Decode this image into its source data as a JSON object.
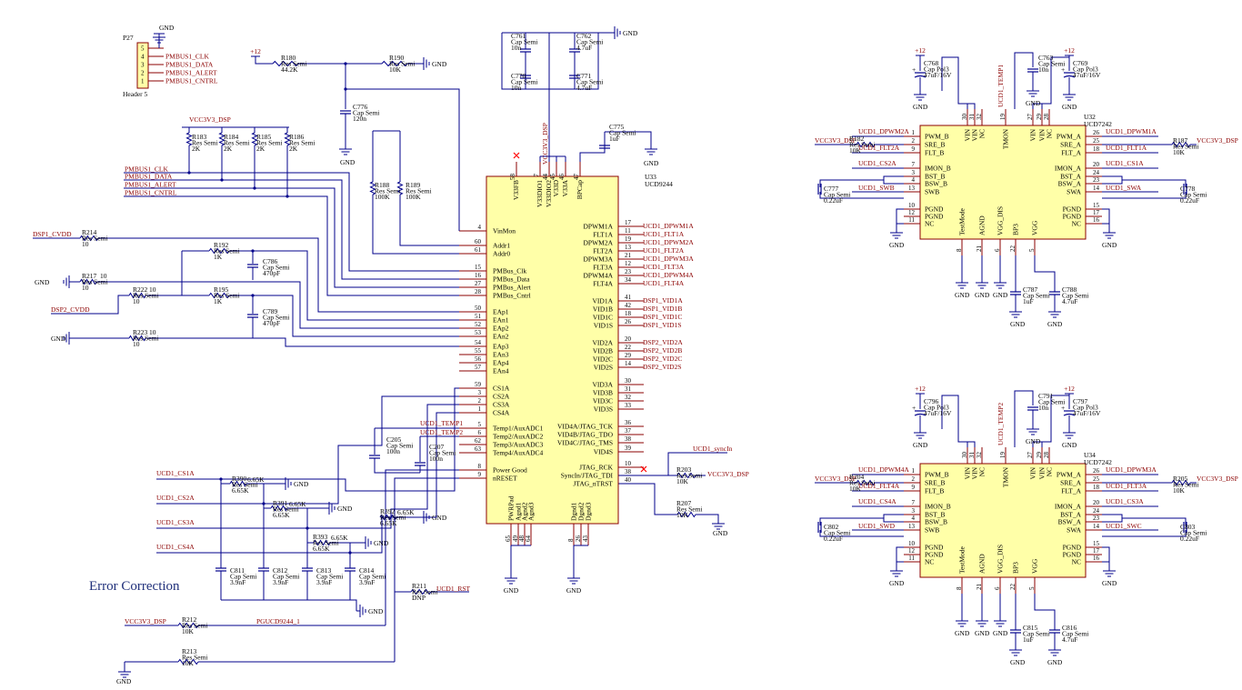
{
  "header_p27": {
    "ref": "P27",
    "name": "Header 5",
    "pins": [
      "5",
      "4",
      "3",
      "2",
      "1"
    ],
    "nets": [
      "PMBUS1_CLK",
      "PMBUS1_DATA",
      "PMBUS1_ALERT",
      "PMBUS1_CNTRL"
    ],
    "gnd": "GND"
  },
  "u33": {
    "ref": "U33",
    "part": "UCD9244",
    "top_pins": [
      {
        "num": "58",
        "name": "V33FB"
      },
      {
        "num": "7",
        "name": "V33DIO1"
      },
      {
        "num": "44",
        "name": "V33DIO2"
      },
      {
        "num": "45",
        "name": "V33D"
      },
      {
        "num": "46",
        "name": "V33A"
      },
      {
        "num": "47",
        "name": "BPCap"
      }
    ],
    "left_pins": [
      {
        "num": "4",
        "name": "VinMon"
      },
      {
        "num": "60",
        "name": "Addr1"
      },
      {
        "num": "61",
        "name": "Addr0"
      },
      {
        "num": "15",
        "name": "PMBus_Clk"
      },
      {
        "num": "16",
        "name": "PMBus_Data"
      },
      {
        "num": "27",
        "name": "PMBus_Alert"
      },
      {
        "num": "28",
        "name": "PMBus_Cntrl"
      },
      {
        "num": "50",
        "name": "EAp1"
      },
      {
        "num": "51",
        "name": "EAn1"
      },
      {
        "num": "52",
        "name": "EAp2"
      },
      {
        "num": "53",
        "name": "EAn2"
      },
      {
        "num": "54",
        "name": "EAp3"
      },
      {
        "num": "55",
        "name": "EAn3"
      },
      {
        "num": "56",
        "name": "EAp4"
      },
      {
        "num": "57",
        "name": "EAn4"
      },
      {
        "num": "59",
        "name": "CS1A"
      },
      {
        "num": "3",
        "name": "CS2A"
      },
      {
        "num": "2",
        "name": "CS3A"
      },
      {
        "num": "1",
        "name": "CS4A"
      },
      {
        "num": "5",
        "name": "Temp1/AuxADC1"
      },
      {
        "num": "6",
        "name": "Temp2/AuxADC2"
      },
      {
        "num": "62",
        "name": "Temp3/AuxADC3"
      },
      {
        "num": "63",
        "name": "Temp4/AuxADC4"
      },
      {
        "num": "8",
        "name": "Power Good"
      },
      {
        "num": "9",
        "name": "nRESET"
      }
    ],
    "right_pins": [
      {
        "num": "17",
        "name": "DPWM1A",
        "net": "UCD1_DPWM1A"
      },
      {
        "num": "11",
        "name": "FLT1A",
        "net": "UCD1_FLT1A"
      },
      {
        "num": "19",
        "name": "DPWM2A",
        "net": "UCD1_DPWM2A"
      },
      {
        "num": "13",
        "name": "FLT2A",
        "net": "UCD1_FLT2A"
      },
      {
        "num": "21",
        "name": "DPWM3A",
        "net": "UCD1_DPWM3A"
      },
      {
        "num": "12",
        "name": "FLT3A",
        "net": "UCD1_FLT3A"
      },
      {
        "num": "23",
        "name": "DPWM4A",
        "net": "UCD1_DPWM4A"
      },
      {
        "num": "34",
        "name": "FLT4A",
        "net": "UCD1_FLT4A"
      },
      {
        "num": "41",
        "name": "VID1A",
        "net": "DSP1_VID1A"
      },
      {
        "num": "42",
        "name": "VID1B",
        "net": "DSP1_VID1B"
      },
      {
        "num": "18",
        "name": "VID1C",
        "net": "DSP1_VID1C"
      },
      {
        "num": "26",
        "name": "VID1S",
        "net": "DSP1_VID1S"
      },
      {
        "num": "20",
        "name": "VID2A",
        "net": "DSP2_VID2A"
      },
      {
        "num": "22",
        "name": "VID2B",
        "net": "DSP2_VID2B"
      },
      {
        "num": "29",
        "name": "VID2C",
        "net": "DSP2_VID2C"
      },
      {
        "num": "14",
        "name": "VID2S",
        "net": "DSP2_VID2S"
      },
      {
        "num": "30",
        "name": "VID3A",
        "net": ""
      },
      {
        "num": "31",
        "name": "VID3B",
        "net": ""
      },
      {
        "num": "32",
        "name": "VID3C",
        "net": ""
      },
      {
        "num": "33",
        "name": "VID3S",
        "net": ""
      },
      {
        "num": "36",
        "name": "VID4A/JTAG_TCK",
        "net": ""
      },
      {
        "num": "37",
        "name": "VID4B/JTAG_TDO",
        "net": ""
      },
      {
        "num": "38",
        "name": "VID4C/JTAG_TMS",
        "net": ""
      },
      {
        "num": "39",
        "name": "VID4S",
        "net": ""
      },
      {
        "num": "10",
        "name": "JTAG_RCK",
        "net": ""
      },
      {
        "num": "38",
        "name": "SyncIn/JTAG_TDI",
        "net": ""
      },
      {
        "num": "40",
        "name": "JTAG_nTRST",
        "net": ""
      }
    ],
    "bottom_pins": [
      {
        "num": "65",
        "name": "PWRPad"
      },
      {
        "num": "49",
        "name": "Agnd1"
      },
      {
        "num": "48",
        "name": "Agnd2"
      },
      {
        "num": "64",
        "name": "Agnd3"
      },
      {
        "num": "8",
        "name": "Dgnd1"
      },
      {
        "num": "26",
        "name": "Dgnd2"
      },
      {
        "num": "43",
        "name": "Dgnd3"
      }
    ],
    "supply_net": "VCC3V3_DSP",
    "syncin_net": "UCD1_syncIn",
    "pg_net": "PGUCD9244_1",
    "rst_net": "UCD1_RST"
  },
  "u32": {
    "ref": "U32",
    "part": "UCD7242",
    "top_pins": [
      {
        "num": "30",
        "name": "VIN"
      },
      {
        "num": "31",
        "name": "VIN"
      },
      {
        "num": "32",
        "name": "NC"
      },
      {
        "num": "19",
        "name": "TMON"
      },
      {
        "num": "27",
        "name": "VIN"
      },
      {
        "num": "29",
        "name": "VIN"
      },
      {
        "num": "28",
        "name": "NC"
      }
    ],
    "left_pins": [
      {
        "num": "1",
        "name": "PWM_B",
        "net": "UCD1_DPWM2A"
      },
      {
        "num": "2",
        "name": "SRE_B",
        "net": "VCC3V3_DSP"
      },
      {
        "num": "9",
        "name": "FLT_B",
        "net": "UCD1_FLT2A"
      },
      {
        "num": "7",
        "name": "IMON_B",
        "net": "UCD1_CS2A"
      },
      {
        "num": "3",
        "name": "BST_B",
        "net": ""
      },
      {
        "num": "4",
        "name": "BSW_B",
        "net": ""
      },
      {
        "num": "13",
        "name": "SWB",
        "net": "UCD1_SWB"
      },
      {
        "num": "10",
        "name": "PGND",
        "net": ""
      },
      {
        "num": "12",
        "name": "PGND",
        "net": ""
      },
      {
        "num": "11",
        "name": "NC",
        "net": ""
      }
    ],
    "right_pins": [
      {
        "num": "26",
        "name": "PWM_A",
        "net": "UCD1_DPWM1A"
      },
      {
        "num": "25",
        "name": "SRE_A",
        "net": "VCC3V3_DSP"
      },
      {
        "num": "18",
        "name": "FLT_A",
        "net": "UCD1_FLT1A"
      },
      {
        "num": "20",
        "name": "IMON_A",
        "net": "UCD1_CS1A"
      },
      {
        "num": "24",
        "name": "BST_A",
        "net": ""
      },
      {
        "num": "23",
        "name": "BSW_A",
        "net": ""
      },
      {
        "num": "14",
        "name": "SWA",
        "net": "UCD1_SWA"
      },
      {
        "num": "15",
        "name": "PGND",
        "net": ""
      },
      {
        "num": "17",
        "name": "PGND",
        "net": ""
      },
      {
        "num": "16",
        "name": "NC",
        "net": ""
      }
    ],
    "bottom_pins": [
      {
        "num": "8",
        "name": "TestMode"
      },
      {
        "num": "21",
        "name": "AGND"
      },
      {
        "num": "6",
        "name": "VGG_DIS"
      },
      {
        "num": "22",
        "name": "BP3"
      },
      {
        "num": "5",
        "name": "VGG"
      }
    ],
    "temp_net": "UCD1_TEMP1"
  },
  "u34": {
    "ref": "U34",
    "part": "UCD7242",
    "top_pins": [
      {
        "num": "30",
        "name": "VIN"
      },
      {
        "num": "31",
        "name": "VIN"
      },
      {
        "num": "32",
        "name": "NC"
      },
      {
        "num": "19",
        "name": "TMON"
      },
      {
        "num": "27",
        "name": "VIN"
      },
      {
        "num": "29",
        "name": "VIN"
      },
      {
        "num": "28",
        "name": "NC"
      }
    ],
    "left_pins": [
      {
        "num": "1",
        "name": "PWM_B",
        "net": "UCD1_DPWM4A"
      },
      {
        "num": "2",
        "name": "SRE_B",
        "net": "VCC3V3_DSP"
      },
      {
        "num": "9",
        "name": "FLT_B",
        "net": "UCD1_FLT4A"
      },
      {
        "num": "7",
        "name": "IMON_B",
        "net": "UCD1_CS4A"
      },
      {
        "num": "3",
        "name": "BST_B",
        "net": ""
      },
      {
        "num": "4",
        "name": "BSW_B",
        "net": ""
      },
      {
        "num": "13",
        "name": "SWB",
        "net": "UCD1_SWD"
      },
      {
        "num": "10",
        "name": "PGND",
        "net": ""
      },
      {
        "num": "12",
        "name": "PGND",
        "net": ""
      },
      {
        "num": "11",
        "name": "NC",
        "net": ""
      }
    ],
    "right_pins": [
      {
        "num": "26",
        "name": "PWM_A",
        "net": "UCD1_DPWM3A"
      },
      {
        "num": "25",
        "name": "SRE_A",
        "net": "VCC3V3_DSP"
      },
      {
        "num": "18",
        "name": "FLT_A",
        "net": "UCD1_FLT3A"
      },
      {
        "num": "20",
        "name": "IMON_A",
        "net": "UCD1_CS3A"
      },
      {
        "num": "24",
        "name": "BST_A",
        "net": ""
      },
      {
        "num": "23",
        "name": "BSW_A",
        "net": ""
      },
      {
        "num": "14",
        "name": "SWA",
        "net": "UCD1_SWC"
      },
      {
        "num": "15",
        "name": "PGND",
        "net": ""
      },
      {
        "num": "17",
        "name": "PGND",
        "net": ""
      },
      {
        "num": "16",
        "name": "NC",
        "net": ""
      }
    ],
    "bottom_pins": [
      {
        "num": "8",
        "name": "TestMode"
      },
      {
        "num": "21",
        "name": "AGND"
      },
      {
        "num": "6",
        "name": "VGG_DIS"
      },
      {
        "num": "22",
        "name": "BP3"
      },
      {
        "num": "5",
        "name": "VGG"
      }
    ],
    "temp_net": "UCD1_TEMP2"
  },
  "labels": {
    "error_correction": "Error Correction",
    "gnd": "GND",
    "p12": "+12",
    "vcc3v3": "VCC3V3_DSP",
    "dsp1_cvdd": "DSP1_CVDD",
    "dsp2_cvdd": "DSP2_CVDD",
    "cs1": "UCD1_CS1A",
    "cs2": "UCD1_CS2A",
    "cs3": "UCD1_CS3A",
    "cs4": "UCD1_CS4A",
    "temp1": "UCD1_TEMP1",
    "temp2": "UCD1_TEMP2"
  },
  "parts": {
    "r180": [
      "R180",
      "Res Semi",
      "44.2K"
    ],
    "r190": [
      "R190",
      "Res Semi",
      "10K"
    ],
    "c776": [
      "C776",
      "Cap Semi",
      "120n"
    ],
    "r183": [
      "R183",
      "Res Semi",
      "2K"
    ],
    "r184": [
      "R184",
      "Res Semi",
      "2K"
    ],
    "r185": [
      "R185",
      "Res Semi",
      "2K"
    ],
    "r186": [
      "R186",
      "Res Semi",
      "2K"
    ],
    "r188": [
      "R188",
      "Res Semi",
      "100K"
    ],
    "r189": [
      "R189",
      "Res Semi",
      "100K"
    ],
    "r214": [
      "R214",
      "Res Semi",
      "10"
    ],
    "r192": [
      "R192",
      "Res Semi",
      "1K"
    ],
    "c786": [
      "C786",
      "Cap Semi",
      "470pF"
    ],
    "r217": [
      "R217",
      "Res Semi",
      "10"
    ],
    "r222": [
      "R222",
      "Res Semi",
      "10"
    ],
    "r195": [
      "R195",
      "Res Semi",
      "1K"
    ],
    "c789": [
      "C789",
      "Cap Semi",
      "470pF"
    ],
    "r223": [
      "R223",
      "Res Semi",
      "10"
    ],
    "c761": [
      "C761",
      "Cap Semi",
      "10n"
    ],
    "c762": [
      "C762",
      "Cap Semi",
      "4.7uF"
    ],
    "c770": [
      "C770",
      "Cap Semi",
      "10n"
    ],
    "c771": [
      "C771",
      "Cap Semi",
      "4.7uF"
    ],
    "c775": [
      "C775",
      "Cap Semi",
      "1uF"
    ],
    "c205": [
      "C205",
      "Cap Semi",
      "100n"
    ],
    "c207": [
      "C207",
      "Cap Semi",
      "100n"
    ],
    "r390": [
      "R390",
      "Res Semi",
      "6.65K"
    ],
    "r391": [
      "R391",
      "Res Semi",
      "6.65K"
    ],
    "r392": [
      "R392",
      "Res Semi",
      "6.65K"
    ],
    "r393": [
      "R393",
      "Res Semi",
      "6.65K"
    ],
    "c811": [
      "C811",
      "Cap Semi",
      "3.9nF"
    ],
    "c812": [
      "C812",
      "Cap Semi",
      "3.9nF"
    ],
    "c813": [
      "C813",
      "Cap Semi",
      "3.9nF"
    ],
    "c814": [
      "C814",
      "Cap Semi",
      "3.9nF"
    ],
    "r211": [
      "R211",
      "Res Semi",
      "DNP"
    ],
    "r212": [
      "R212",
      "Res Semi",
      "10K"
    ],
    "r213": [
      "R213",
      "Res Semi",
      "10K"
    ],
    "r203": [
      "R203",
      "Res Semi",
      "10K"
    ],
    "r207": [
      "R207",
      "Res Semi",
      "10K"
    ],
    "c768": [
      "C768",
      "Cap Pol3",
      "47uF/16V"
    ],
    "c763": [
      "C763",
      "Cap Semi",
      "10n"
    ],
    "c769": [
      "C769",
      "Cap Pol3",
      "47uF/16V"
    ],
    "r182": [
      "R182",
      "Res Semi",
      "10K"
    ],
    "c777": [
      "C777",
      "Cap Semi",
      "0.22uF"
    ],
    "r187": [
      "R187",
      "Res Semi",
      "10K"
    ],
    "c778": [
      "C778",
      "Cap Semi",
      "0.22uF"
    ],
    "c787": [
      "C787",
      "Cap Semi",
      "1uF"
    ],
    "c788": [
      "C788",
      "Cap Semi",
      "4.7uF"
    ],
    "c796": [
      "C796",
      "Cap Pol3",
      "47uF/16V"
    ],
    "c791": [
      "C791",
      "Cap Semi",
      "10n"
    ],
    "c797": [
      "C797",
      "Cap Pol3",
      "47uF/16V"
    ],
    "r204": [
      "R204",
      "Res Semi",
      "10K"
    ],
    "c802": [
      "C802",
      "Cap Semi",
      "0.22uF"
    ],
    "r205": [
      "R205",
      "Res Semi",
      "10K"
    ],
    "c803": [
      "C803",
      "Cap Semi",
      "0.22uF"
    ],
    "c815": [
      "C815",
      "Cap Semi",
      "1uF"
    ],
    "c816": [
      "C816",
      "Cap Semi",
      "4.7uF"
    ]
  }
}
